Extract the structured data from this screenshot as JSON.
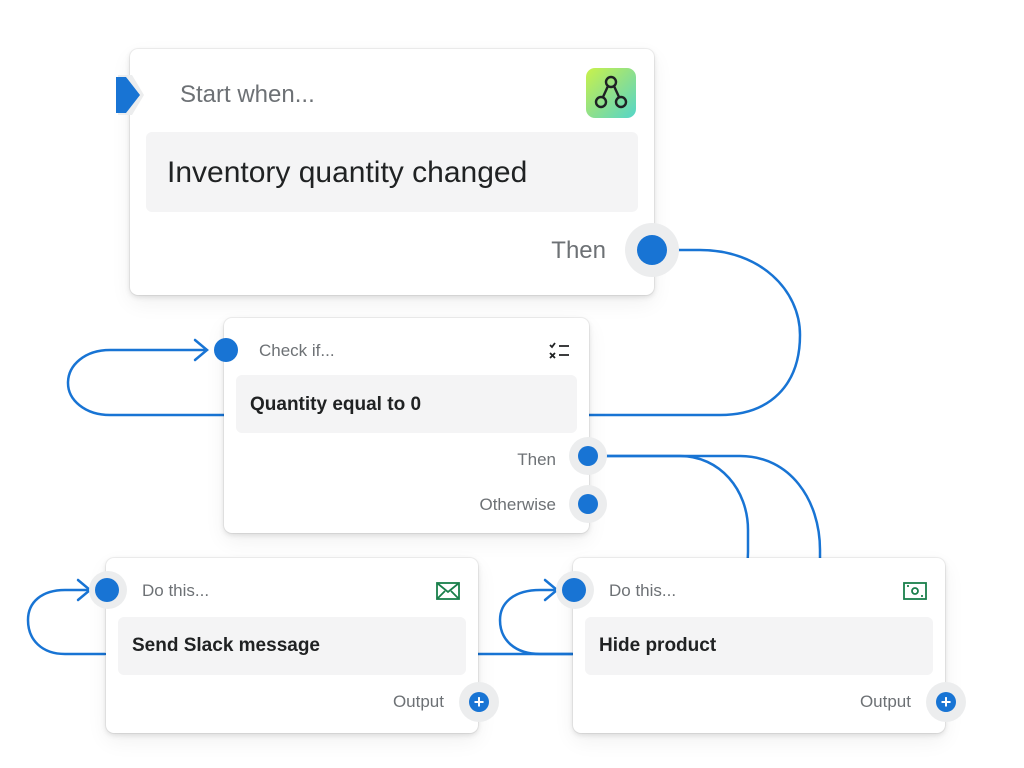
{
  "colors": {
    "accent": "#1874d4",
    "card_bg": "#ffffff",
    "body_bg": "#f4f4f5",
    "muted_text": "#6d7175",
    "dark_text": "#202223",
    "icon_green": "#1a7f4b"
  },
  "trigger": {
    "header": "Start when...",
    "title": "Inventory quantity changed",
    "then_label": "Then",
    "icon": "branch-nodes-icon"
  },
  "condition": {
    "header": "Check if...",
    "title": "Quantity equal to 0",
    "then_label": "Then",
    "otherwise_label": "Otherwise",
    "icon": "checklist-icon"
  },
  "actions": [
    {
      "header": "Do this...",
      "title": "Send Slack message",
      "output_label": "Output",
      "icon": "envelope-icon"
    },
    {
      "header": "Do this...",
      "title": "Hide product",
      "output_label": "Output",
      "icon": "banknote-icon"
    }
  ]
}
